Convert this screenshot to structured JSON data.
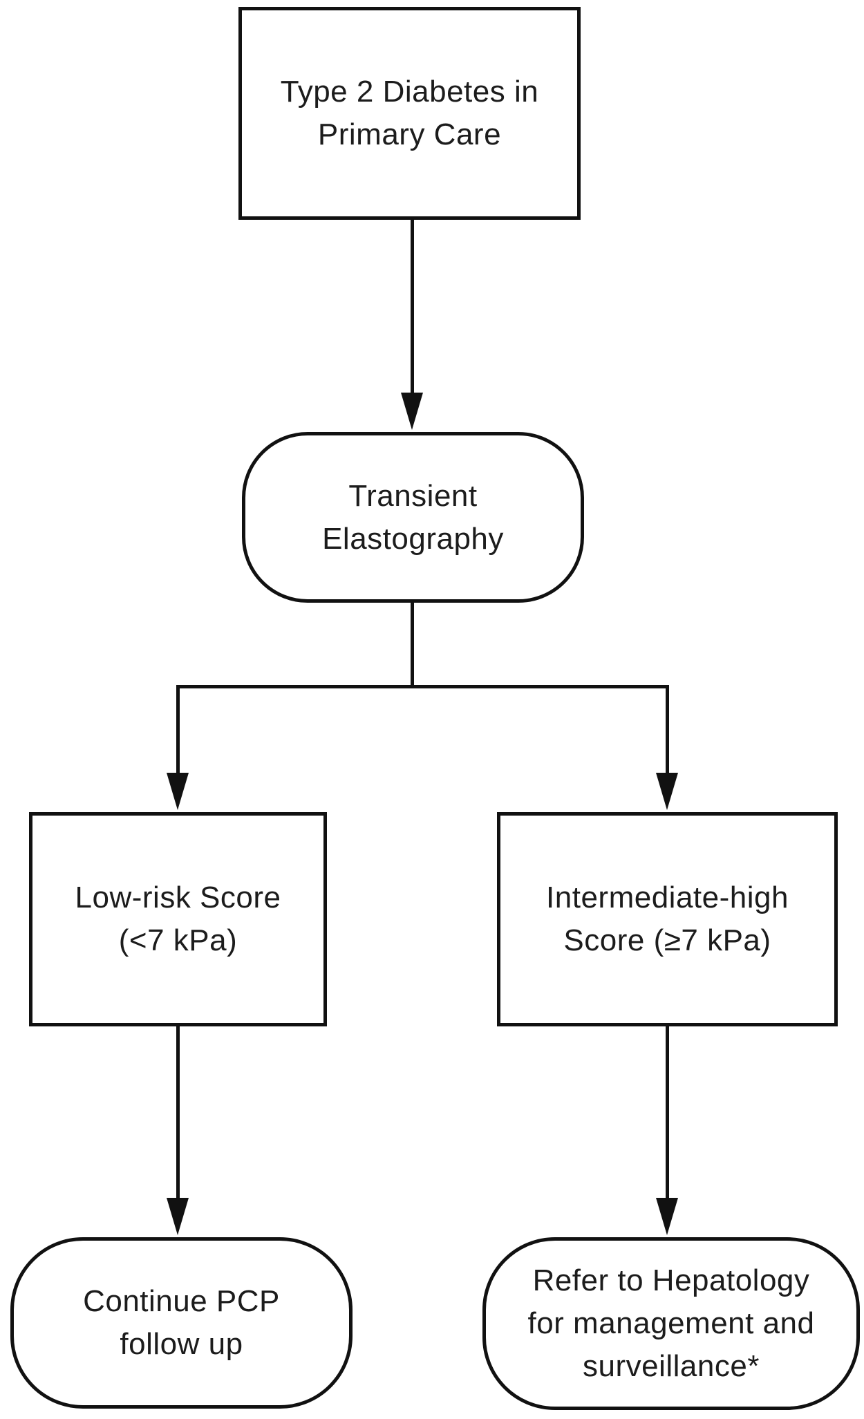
{
  "diagram": {
    "type": "flowchart",
    "title_context": "Type 2 Diabetes primary care transient elastography pathway",
    "background_color": "#ffffff",
    "stroke_color": "#111111",
    "text_color": "#1c1c1c",
    "nodes": {
      "start": {
        "shape": "rectangle",
        "label": "Type 2 Diabetes in Primary Care",
        "lines": [
          "Type 2 Diabetes in",
          "Primary Care"
        ]
      },
      "elastography": {
        "shape": "rounded-rectangle",
        "label": "Transient Elastography",
        "lines": [
          "Transient",
          "Elastography"
        ]
      },
      "low_risk": {
        "shape": "rectangle",
        "label": "Low-risk Score (<7 kPa)",
        "lines": [
          "Low-risk Score",
          "(<7 kPa)"
        ]
      },
      "intermediate_high": {
        "shape": "rectangle",
        "label": "Intermediate-high Score (≥7 kPa)",
        "lines": [
          "Intermediate-high",
          "Score (≥7 kPa)"
        ]
      },
      "continue_pcp": {
        "shape": "rounded-rectangle",
        "label": "Continue PCP follow up",
        "lines": [
          "Continue PCP",
          "follow up"
        ]
      },
      "refer_hepatology": {
        "shape": "rounded-rectangle",
        "label": "Refer to Hepatology for management and surveillance*",
        "lines": [
          "Refer to Hepatology",
          "for management and",
          "surveillance*"
        ]
      }
    },
    "edges": [
      {
        "from": "start",
        "to": "elastography",
        "arrow": true
      },
      {
        "from": "elastography",
        "to": "low_risk",
        "arrow": true
      },
      {
        "from": "elastography",
        "to": "intermediate_high",
        "arrow": true
      },
      {
        "from": "low_risk",
        "to": "continue_pcp",
        "arrow": true
      },
      {
        "from": "intermediate_high",
        "to": "refer_hepatology",
        "arrow": true
      }
    ]
  }
}
